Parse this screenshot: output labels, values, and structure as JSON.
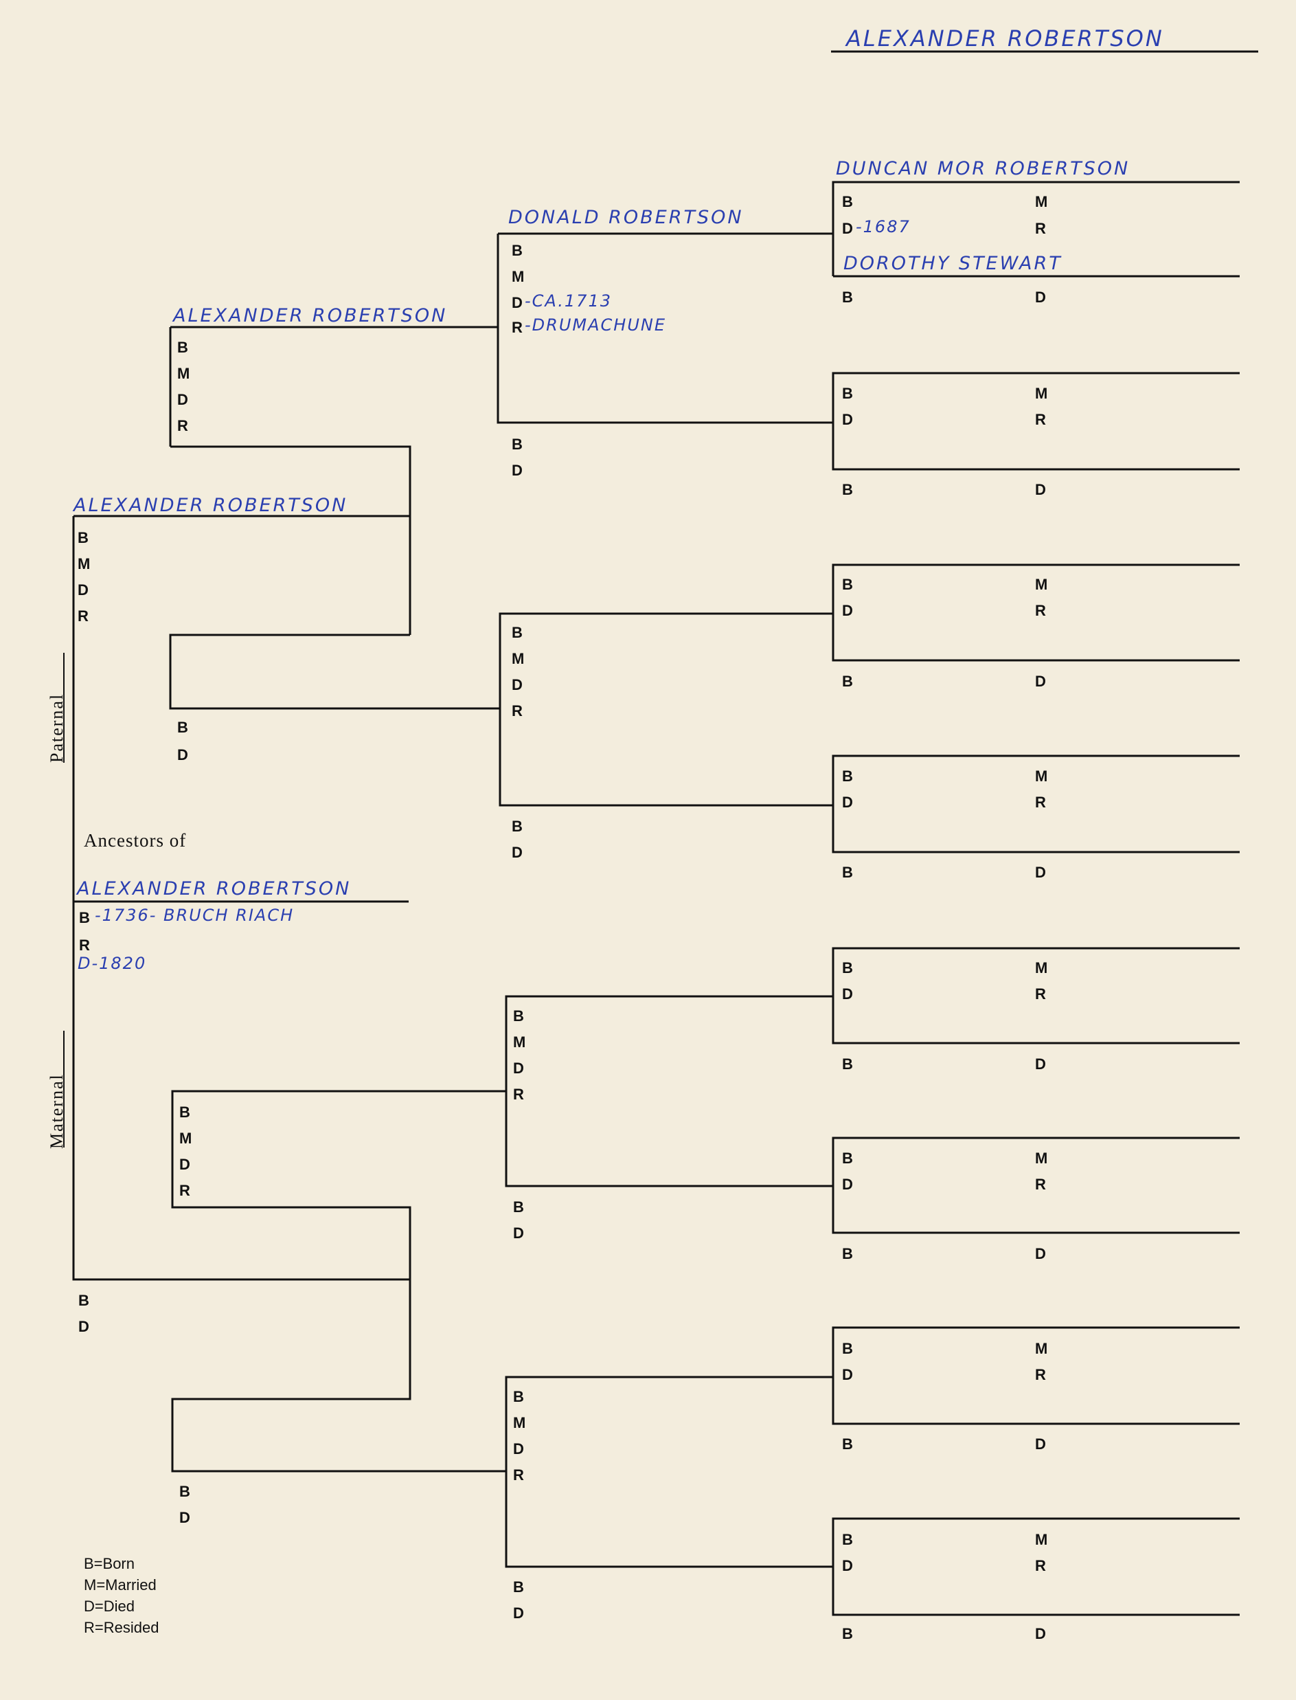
{
  "header_name": "ALEXANDER ROBERTSON",
  "side_labels": {
    "paternal": "Paternal",
    "maternal": "Maternal"
  },
  "ancestors_of_label": "Ancestors of",
  "legend": [
    "B=Born",
    "M=Married",
    "D=Died",
    "R=Resided"
  ],
  "labels": {
    "b": "B",
    "m": "M",
    "d": "D",
    "r": "R"
  },
  "subject": {
    "name": "ALEXANDER ROBERTSON",
    "born": "-1736- BRUCH RIACH",
    "died": "D-1820"
  },
  "father": {
    "name": "ALEXANDER ROBERTSON"
  },
  "paternal_grandfather": {
    "name": "ALEXANDER ROBERTSON"
  },
  "paternal_great_grandfather": {
    "name": "DONALD ROBERTSON",
    "died": "-CA.1713",
    "resided": "-DRUMACHUNE"
  },
  "gg_grandfather_1": {
    "name": "DUNCAN MOR ROBERTSON",
    "died": "-1687"
  },
  "gg_grandmother_1": {
    "name": "DOROTHY STEWART"
  }
}
